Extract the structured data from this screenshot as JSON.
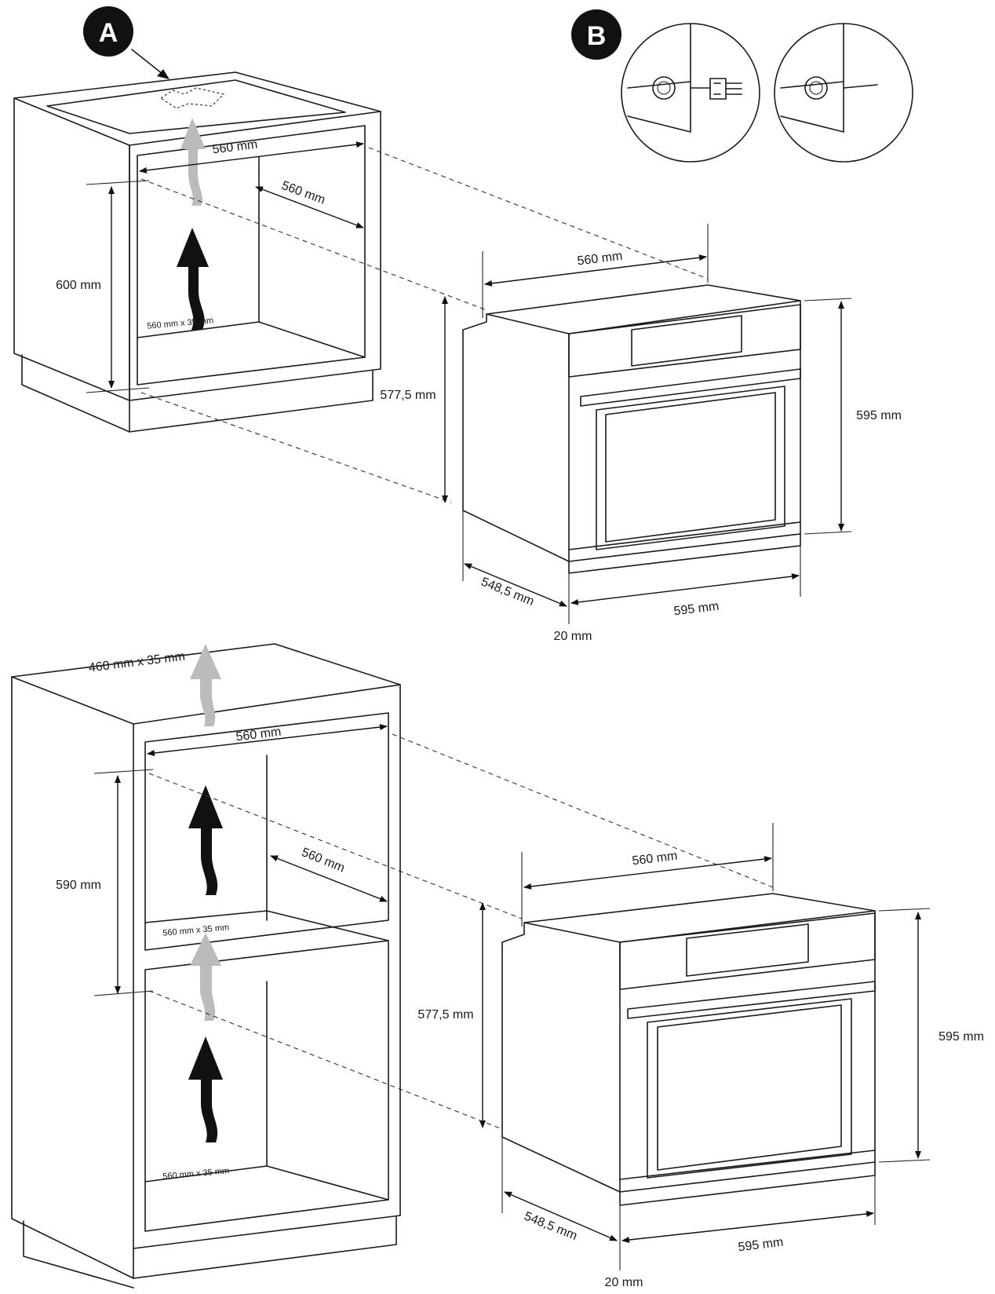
{
  "markers": {
    "a": "A",
    "b": "B"
  },
  "top_cabinet": {
    "width_label": "560 mm",
    "depth_label": "560 mm",
    "height_label": "600 mm",
    "vent_label": "560 mm x 35 mm"
  },
  "top_oven": {
    "width_label": "560 mm",
    "body_height_label": "577,5 mm",
    "front_height_label": "595 mm",
    "depth_label": "548,5 mm",
    "front_width_label": "595 mm",
    "door_label": "20 mm"
  },
  "bottom_cabinet": {
    "top_vent_label": "460 mm x 35 mm",
    "width_label": "560 mm",
    "depth_label": "560 mm",
    "height_label": "590 mm",
    "mid_vent_label": "560 mm x 35 mm",
    "bottom_vent_label": "560 mm x 35 mm"
  },
  "bottom_oven": {
    "width_label": "560 mm",
    "body_height_label": "577,5 mm",
    "front_height_label": "595 mm",
    "depth_label": "548,5 mm",
    "front_width_label": "595 mm",
    "door_label": "20 mm"
  }
}
